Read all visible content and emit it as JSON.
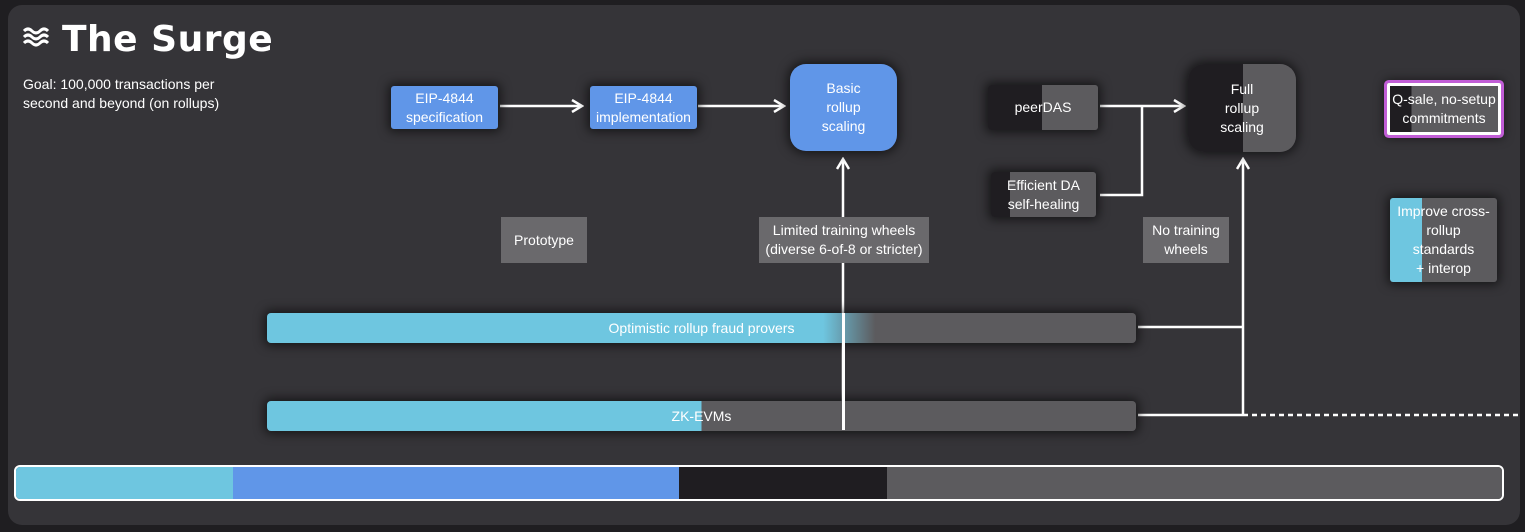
{
  "header": {
    "title": "The Surge",
    "icon": "waves-icon"
  },
  "goal": "Goal: 100,000 transactions per second and beyond (on rollups)",
  "nodes": {
    "eip4844_spec": "EIP-4844\nspecification",
    "eip4844_impl": "EIP-4844\nimplementation",
    "basic_rollup": "Basic\nrollup\nscaling",
    "peerdas": "peerDAS",
    "efficient_da": "Efficient DA\nself-healing",
    "full_rollup": "Full\nrollup\nscaling",
    "qsale": "Q-sale, no-setup\ncommitments",
    "cross_rollup": "Improve cross-\nrollup\nstandards\n+ interop"
  },
  "labels": {
    "prototype": "Prototype",
    "limited_training": "Limited training wheels\n(diverse 6-of-8 or stricter)",
    "no_training": "No training\nwheels"
  },
  "bars": {
    "optimistic": "Optimistic rollup fraud provers",
    "zkevms": "ZK-EVMs"
  },
  "colors": {
    "blue": "#6096e8",
    "cyan": "#6ec6e0",
    "dark": "#1f1d21",
    "grey": "#5c5b5e"
  }
}
